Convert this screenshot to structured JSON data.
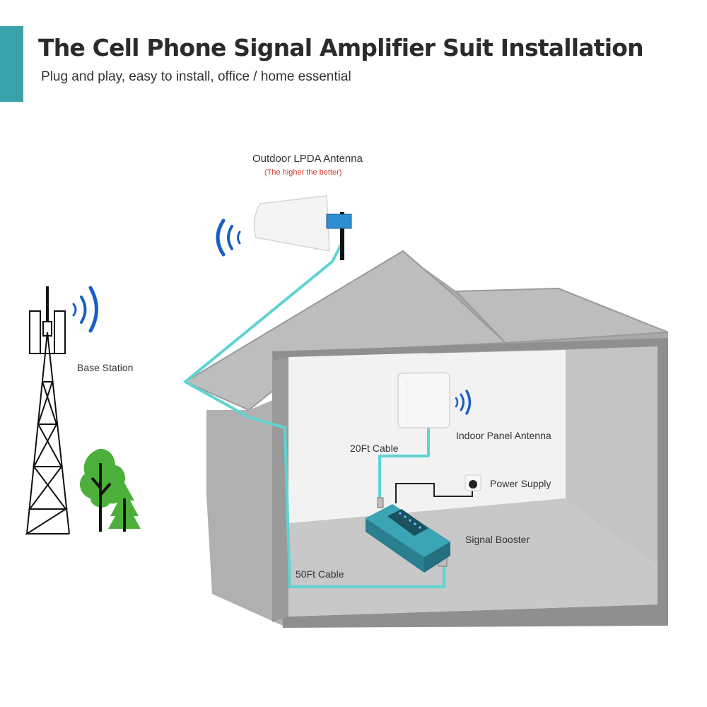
{
  "header": {
    "title": "The Cell Phone Signal Amplifier Suit Installation",
    "subtitle": "Plug and play, easy to install, office / home essential"
  },
  "labels": {
    "outdoor_antenna": "Outdoor LPDA Antenna",
    "outdoor_antenna_note": "(The higher the better)",
    "base_station": "Base Station",
    "indoor_antenna": "Indoor Panel Antenna",
    "cable_20ft": "20Ft Cable",
    "power_supply": "Power Supply",
    "signal_booster": "Signal Booster",
    "cable_50ft": "50Ft Cable"
  },
  "colors": {
    "accent": "#3aa3a9",
    "cable": "#5fd3d3",
    "signal_waves": "#1a5fc4",
    "house": "#bdbdbd",
    "trees": "#4caf3a",
    "booster": "#2f8fa0",
    "note": "#d93a2b"
  }
}
